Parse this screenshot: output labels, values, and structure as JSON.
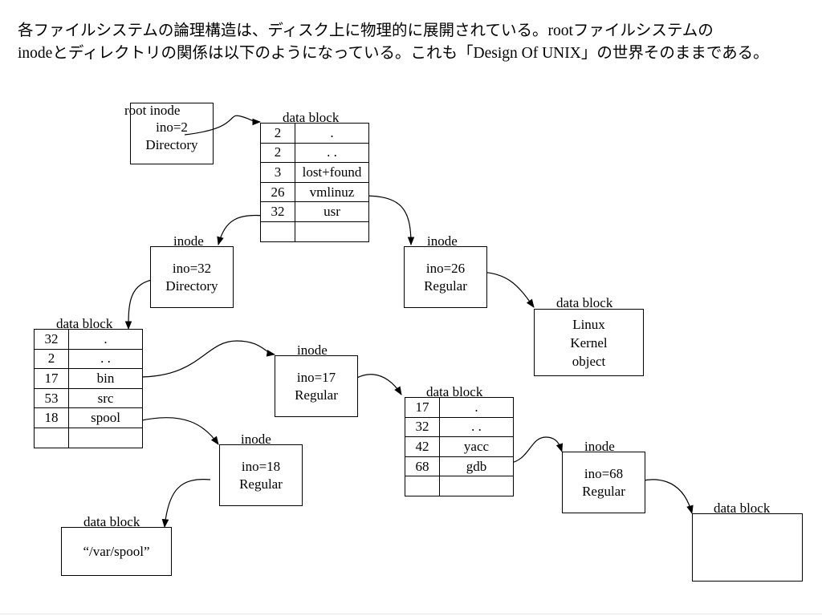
{
  "intro": {
    "line1_a": "各ファイルシステムの論理構造は、ディスク上に物理的に展開されている。",
    "line1_b": "root",
    "line1_c": "ファイルシステムの",
    "line2_a": "inode",
    "line2_b": "とディレクトリの関係は以下のようになっている。これも「",
    "line2_c": "Design Of UNIX",
    "line2_d": "」の世界そのままである。"
  },
  "root_inode": {
    "label": "root inode",
    "ino": "ino=2",
    "type": "Directory"
  },
  "root_block": {
    "label": "data block",
    "rows": [
      {
        "num": "2",
        "name": "."
      },
      {
        "num": "2",
        "name": ". ."
      },
      {
        "num": "3",
        "name": "lost+found"
      },
      {
        "num": "26",
        "name": "vmlinuz"
      },
      {
        "num": "32",
        "name": "usr"
      },
      {
        "num": "",
        "name": ""
      }
    ]
  },
  "usr_inode": {
    "label": "inode",
    "ino": "ino=32",
    "type": "Directory"
  },
  "vmlinuz_inode": {
    "label": "inode",
    "ino": "ino=26",
    "type": "Regular"
  },
  "kernel_block": {
    "label": "data block",
    "line1": "Linux",
    "line2": "Kernel",
    "line3": "object"
  },
  "usr_block": {
    "label": "data block",
    "rows": [
      {
        "num": "32",
        "name": "."
      },
      {
        "num": "2",
        "name": ". ."
      },
      {
        "num": "17",
        "name": "bin"
      },
      {
        "num": "53",
        "name": "src"
      },
      {
        "num": "18",
        "name": "spool"
      },
      {
        "num": "",
        "name": ""
      }
    ]
  },
  "bin_inode": {
    "label": "inode",
    "ino": "ino=17",
    "type": "Regular"
  },
  "bin_block": {
    "label": "data block",
    "rows": [
      {
        "num": "17",
        "name": "."
      },
      {
        "num": "32",
        "name": ". ."
      },
      {
        "num": "42",
        "name": "yacc"
      },
      {
        "num": "68",
        "name": "gdb"
      },
      {
        "num": "",
        "name": ""
      }
    ]
  },
  "spool_inode": {
    "label": "inode",
    "ino": "ino=18",
    "type": "Regular"
  },
  "spool_block": {
    "label": "data block",
    "content": "“/var/spool”"
  },
  "gdb_inode": {
    "label": "inode",
    "ino": "ino=68",
    "type": "Regular"
  },
  "gdb_block": {
    "label": "data block"
  }
}
